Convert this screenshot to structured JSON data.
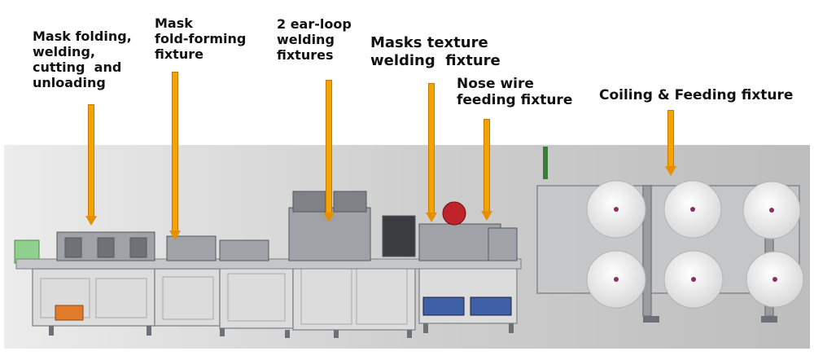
{
  "labels": {
    "folding": "Mask folding,\nwelding,\ncutting  and\nunloading",
    "fold_forming": "Mask\nfold-forming\nfixture",
    "ear_loop": "2 ear-loop\nwelding\nfixtures",
    "texture": "Masks texture\nwelding  fixture",
    "nose_wire": "Nose wire\nfeeding fixture",
    "coiling": "Coiling & Feeding fixture"
  },
  "colors": {
    "arrow": "#f5a300",
    "machine_frame": "#b9bcbf",
    "background_band": "#d4d4d4"
  }
}
